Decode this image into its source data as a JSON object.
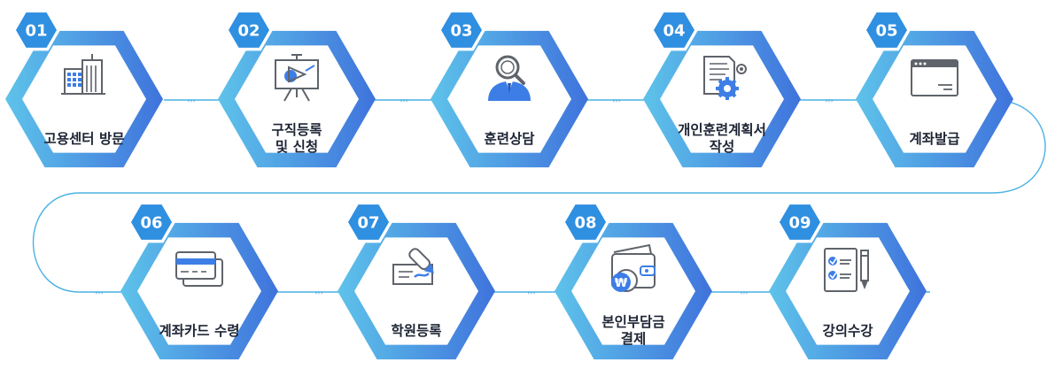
{
  "colors": {
    "hex_gradient_start": "#5ec3ea",
    "hex_gradient_end": "#3f73dc",
    "badge": "#2f8fe0",
    "connector": "#4ab2e4",
    "icon_dark": "#5f646b",
    "icon_blue": "#3d7ee6",
    "text": "#1d2434"
  },
  "connector_glyph": "›››",
  "steps": [
    {
      "num": "01",
      "lines": [
        "고용센터 방문"
      ],
      "icon": "office-building-icon"
    },
    {
      "num": "02",
      "lines": [
        "구직등록",
        "및 신청"
      ],
      "icon": "presentation-board-icon"
    },
    {
      "num": "03",
      "lines": [
        "훈련상담"
      ],
      "icon": "counselor-magnifier-icon"
    },
    {
      "num": "04",
      "lines": [
        "개인훈련계획서",
        "작성"
      ],
      "icon": "document-gear-icon"
    },
    {
      "num": "05",
      "lines": [
        "계좌발급"
      ],
      "icon": "browser-window-icon"
    },
    {
      "num": "06",
      "lines": [
        "계좌카드 수령"
      ],
      "icon": "cards-icon"
    },
    {
      "num": "07",
      "lines": [
        "학원등록"
      ],
      "icon": "check-pen-icon"
    },
    {
      "num": "08",
      "lines": [
        "본인부담금",
        "결제"
      ],
      "icon": "wallet-won-icon"
    },
    {
      "num": "09",
      "lines": [
        "강의수강"
      ],
      "icon": "checklist-pencil-icon"
    }
  ]
}
